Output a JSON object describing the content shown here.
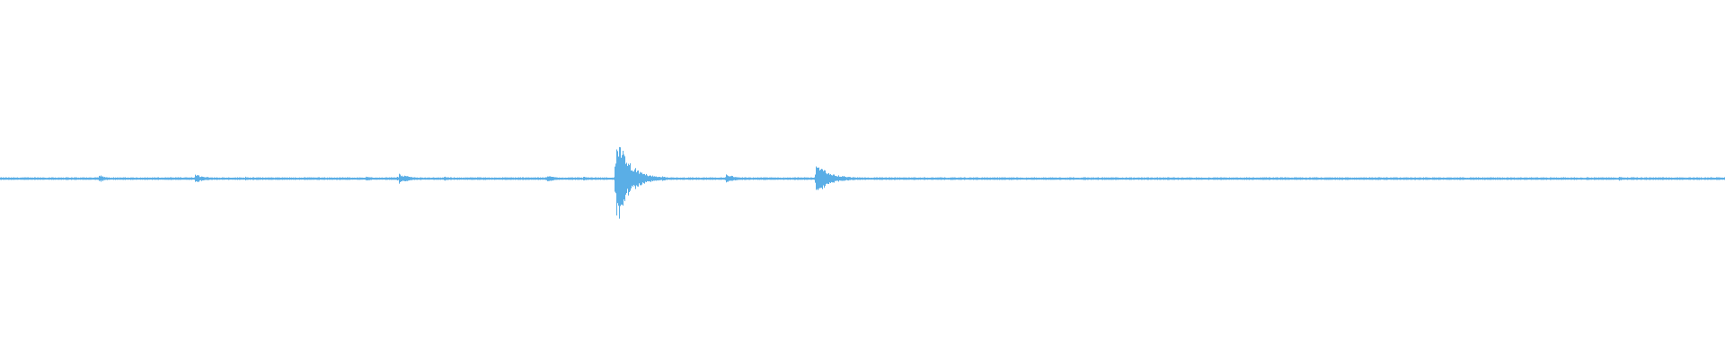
{
  "waveform": {
    "color": "#5aaee6",
    "background": "#ffffff",
    "duration_fraction_max": 1,
    "amplitude_max": 1,
    "baseline_amplitude": 0.012,
    "transients": [
      {
        "t": 0.017,
        "peak": 0.02,
        "decay": 0.004
      },
      {
        "t": 0.057,
        "peak": 0.07,
        "decay": 0.004
      },
      {
        "t": 0.076,
        "peak": 0.02,
        "decay": 0.003
      },
      {
        "t": 0.113,
        "peak": 0.075,
        "decay": 0.006
      },
      {
        "t": 0.142,
        "peak": 0.03,
        "decay": 0.004
      },
      {
        "t": 0.147,
        "peak": 0.02,
        "decay": 0.003
      },
      {
        "t": 0.178,
        "peak": 0.02,
        "decay": 0.003
      },
      {
        "t": 0.186,
        "peak": 0.018,
        "decay": 0.003
      },
      {
        "t": 0.212,
        "peak": 0.04,
        "decay": 0.004
      },
      {
        "t": 0.231,
        "peak": 0.09,
        "decay": 0.006
      },
      {
        "t": 0.257,
        "peak": 0.04,
        "decay": 0.004
      },
      {
        "t": 0.317,
        "peak": 0.07,
        "decay": 0.004
      },
      {
        "t": 0.338,
        "peak": 0.035,
        "decay": 0.003
      },
      {
        "t": 0.357,
        "peak": 1.0,
        "decay": 0.007
      },
      {
        "t": 0.384,
        "peak": 0.04,
        "decay": 0.004
      },
      {
        "t": 0.421,
        "peak": 0.075,
        "decay": 0.006
      },
      {
        "t": 0.473,
        "peak": 0.3,
        "decay": 0.008
      },
      {
        "t": 0.655,
        "peak": 0.015,
        "decay": 0.003
      },
      {
        "t": 0.92,
        "peak": 0.025,
        "decay": 0.003
      },
      {
        "t": 0.939,
        "peak": 0.035,
        "decay": 0.003
      },
      {
        "t": 0.985,
        "peak": 0.015,
        "decay": 0.003
      }
    ]
  }
}
